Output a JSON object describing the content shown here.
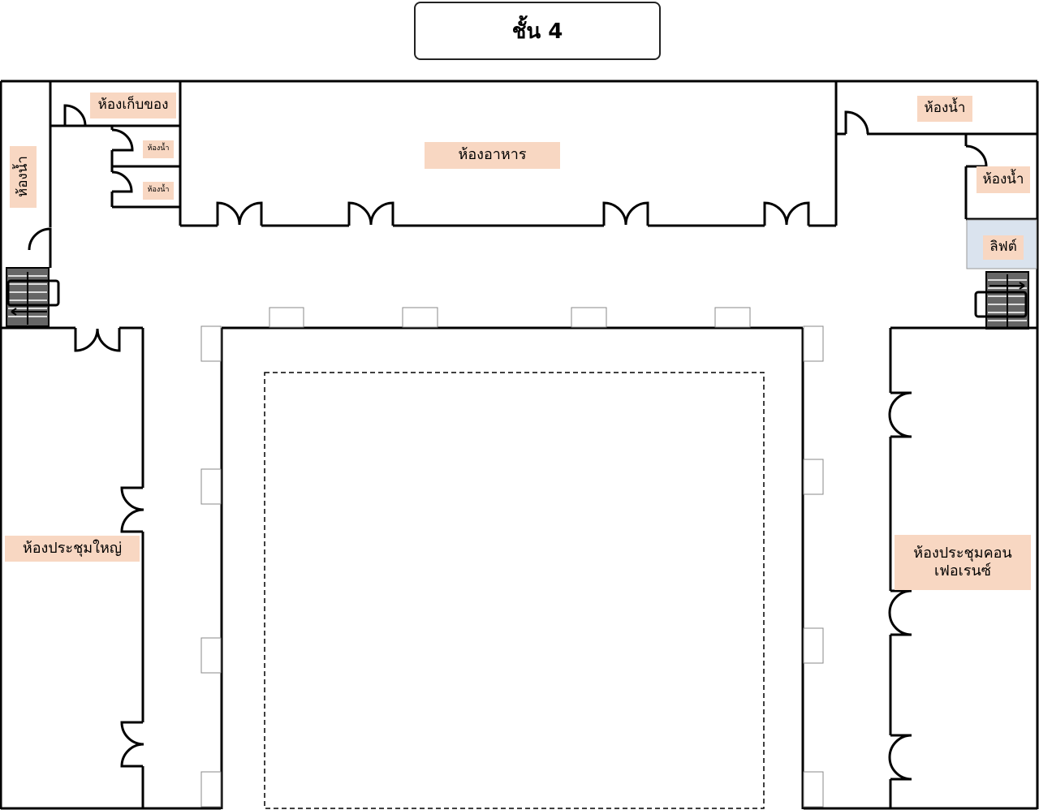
{
  "title": "ชั้น 4",
  "rooms": {
    "storage": "ห้องเก็บของ",
    "restroom_small_1": "ห้องน้ำ",
    "restroom_small_2": "ห้องน้ำ",
    "dining": "ห้องอาหาร",
    "restroom_left": "ห้องน้ำ",
    "restroom_top_right": "ห้องน้ำ",
    "restroom_right": "ห้องน้ำ",
    "lift": "ลิฟต์",
    "grand_meeting": "ห้องประชุมใหญ่",
    "conference_line1": "ห้องประชุมคอน",
    "conference_line2": "เฟอเรนซ์"
  },
  "colors": {
    "label_bg": "#f8d7c2",
    "lift_bg": "#dae3ee",
    "wall": "#000000",
    "stairs": "#555555"
  }
}
